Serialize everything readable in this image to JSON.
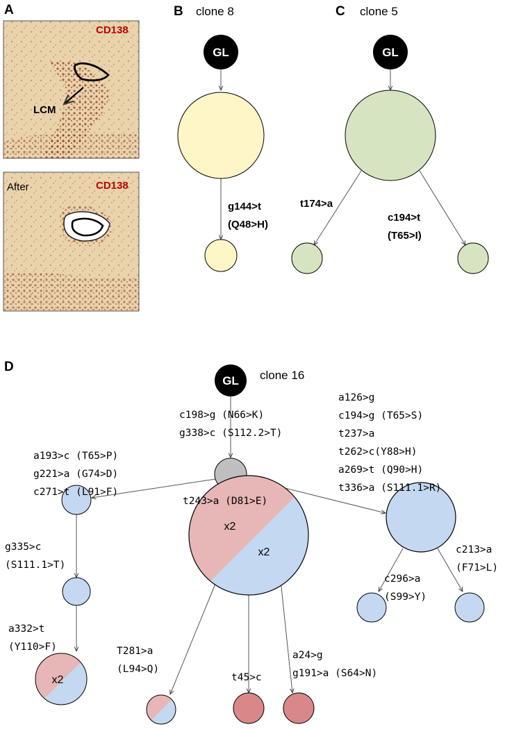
{
  "panels": {
    "a": "A",
    "b": "B",
    "c": "C",
    "d": "D"
  },
  "photos": {
    "before_tag": "CD138",
    "before_arrow_label": "LCM",
    "after_label": "After",
    "after_tag": "CD138"
  },
  "clone8": {
    "title": "clone 8",
    "root": "GL",
    "mutation_line1": "g144>t",
    "mutation_line2": "(Q48>H)"
  },
  "clone5": {
    "title": "clone 5",
    "root": "GL",
    "left_mutation": "t174>a",
    "right_mutation_line1": "c194>t",
    "right_mutation_line2": "(T65>I)"
  },
  "clone16": {
    "title": "clone 16",
    "root": "GL",
    "root_edge": [
      "c198>g (N66>K)",
      "g338>c (S112.2>T)"
    ],
    "left_edge": [
      "a193>c (T65>P)",
      "g221>a (G74>D)",
      "c271>t (L91>F)"
    ],
    "right_edge": [
      "a126>g",
      "c194>g (T65>S)",
      "t237>a",
      "t262>c(Y88>H)",
      "a269>t (Q90>H)",
      "t336>a (S111.1>R)"
    ],
    "middle_edge": "t243>a (D81>E)",
    "left_chain_1": [
      "g335>c",
      "(S111.1>T)"
    ],
    "left_chain_2": [
      "a332>t",
      "(Y110>F)"
    ],
    "big_node_count_top": "x2",
    "big_node_count_bottom": "x2",
    "left_leaf_count": "x2",
    "big_left_edge": [
      "T281>a",
      "(L94>Q)"
    ],
    "big_mid_edge": "t45>c",
    "big_right_edge": [
      "a24>g",
      "g191>a (S64>N)"
    ],
    "right_left_edge": [
      "c296>a",
      "(S99>Y)"
    ],
    "right_right_edge": [
      "c213>a",
      "(F71>L)"
    ]
  },
  "colors": {
    "clone8_fill": "#fff6c8",
    "clone5_fill": "#d7e4c1",
    "blue_fill": "#c5d8f1",
    "pink_fill": "#e6b7b6",
    "dark_pink_fill": "#d9888a",
    "gray_fill": "#bfbfbf",
    "gl_fill": "#000000"
  }
}
